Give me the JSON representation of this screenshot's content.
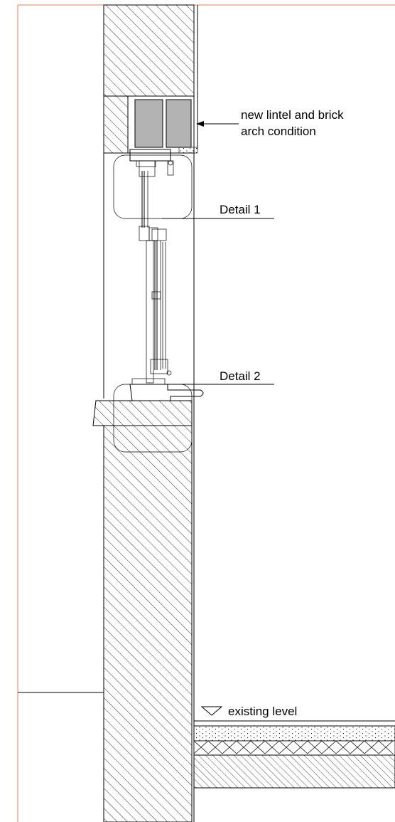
{
  "labels": {
    "lintel_line1": "new lintel and brick",
    "lintel_line2": "arch condition",
    "detail1": "Detail 1",
    "detail2": "Detail 2",
    "existing_level": "existing level"
  },
  "colors": {
    "frame_border": "#e8825a",
    "lintel_fill": "#b3b3b3",
    "line": "#000000",
    "background": "#ffffff"
  }
}
